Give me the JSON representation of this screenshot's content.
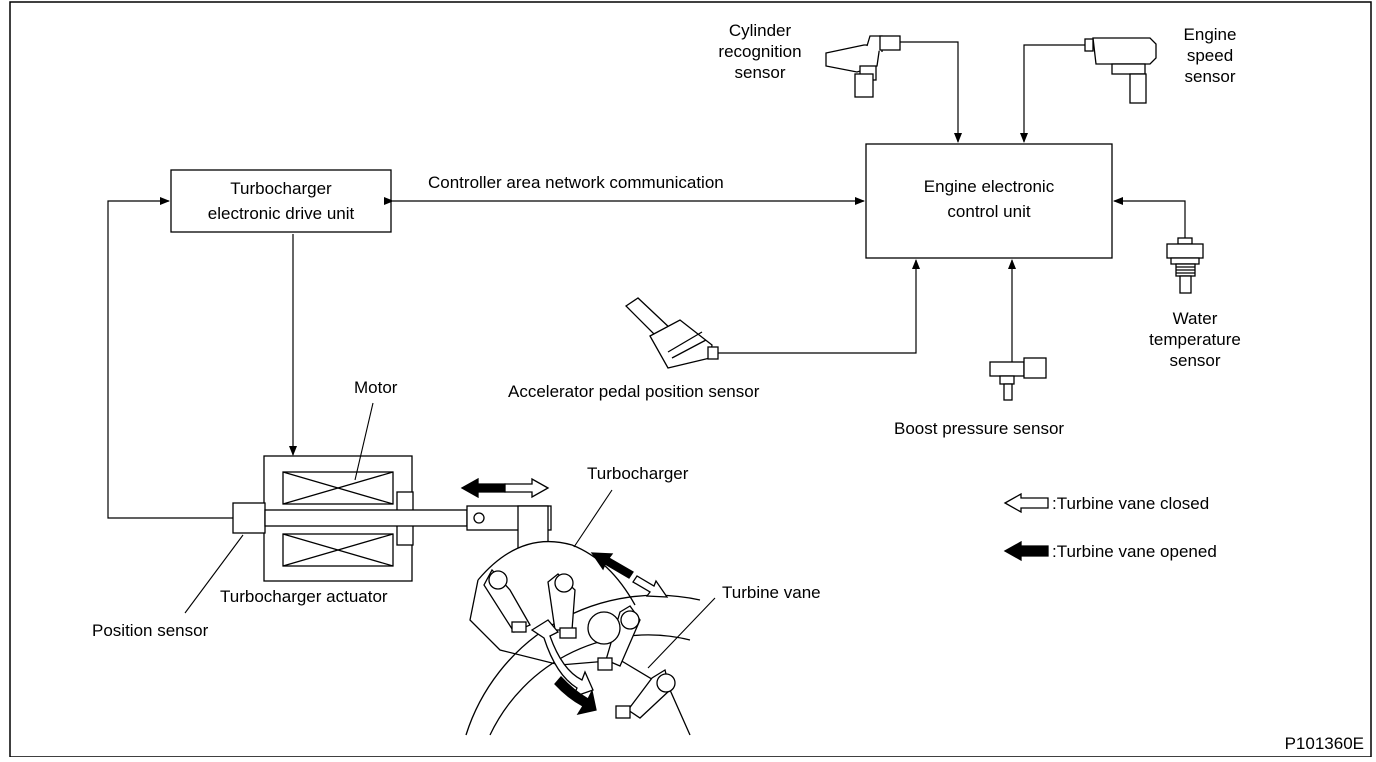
{
  "blocks": {
    "ecu": [
      "Engine electronic",
      "control unit"
    ],
    "edu": [
      "Turbocharger",
      "electronic drive unit"
    ]
  },
  "labels": {
    "cylinder_sensor": [
      "Cylinder",
      "recognition",
      "sensor"
    ],
    "engine_speed_sensor": [
      "Engine",
      "speed",
      "sensor"
    ],
    "can": "Controller area network communication",
    "water_temp_sensor": [
      "Water",
      "temperature",
      "sensor"
    ],
    "accelerator_sensor": "Accelerator pedal position sensor",
    "boost_sensor": "Boost pressure sensor",
    "motor": "Motor",
    "turbocharger": "Turbocharger",
    "actuator": "Turbocharger actuator",
    "position_sensor": "Position sensor",
    "turbine_vane": "Turbine vane"
  },
  "legend": {
    "closed": ":Turbine vane closed",
    "opened": ":Turbine vane opened"
  },
  "figure_id": "P101360E"
}
